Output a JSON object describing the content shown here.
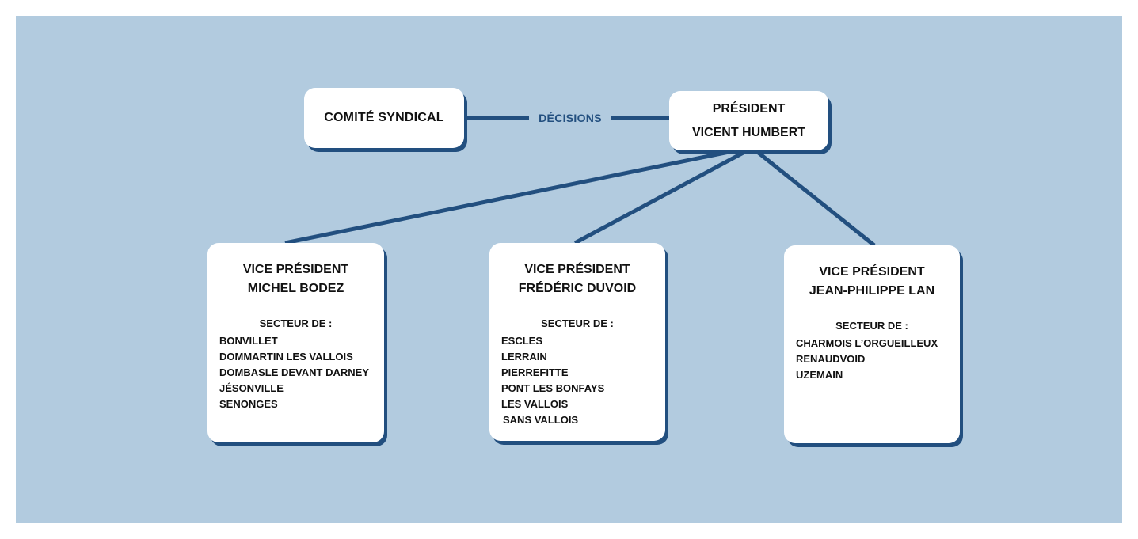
{
  "diagram": {
    "edge_label": "DÉCISIONS",
    "comite": {
      "title": "COMITÉ SYNDICAL"
    },
    "president": {
      "role": "PRÉSIDENT",
      "name": "VICENT HUMBERT"
    },
    "vice_presidents": [
      {
        "role": "VICE PRÉSIDENT",
        "name": "MICHEL BODEZ",
        "sector_label": "SECTEUR DE :",
        "communes": [
          "BONVILLET",
          "DOMMARTIN LES VALLOIS",
          "DOMBASLE DEVANT DARNEY",
          "JÉSONVILLE",
          "SENONGES"
        ]
      },
      {
        "role": "VICE PRÉSIDENT",
        "name": "FRÉDÉRIC DUVOID",
        "sector_label": "SECTEUR DE :",
        "communes": [
          "ESCLES",
          "LERRAIN",
          "PIERREFITTE",
          "PONT LES BONFAYS",
          "LES VALLOIS",
          "SANS VALLOIS"
        ]
      },
      {
        "role": "VICE PRÉSIDENT",
        "name": "JEAN-PHILIPPE LAN",
        "sector_label": "SECTEUR DE :",
        "communes": [
          "CHARMOIS L’ORGUEILLEUX",
          "RENAUDVOID",
          "UZEMAIN"
        ]
      }
    ],
    "colors": {
      "background": "#b2cbdf",
      "node_fill": "#ffffff",
      "node_shadow": "#224f7f",
      "connector": "#224f7f",
      "text": "#111111"
    }
  }
}
